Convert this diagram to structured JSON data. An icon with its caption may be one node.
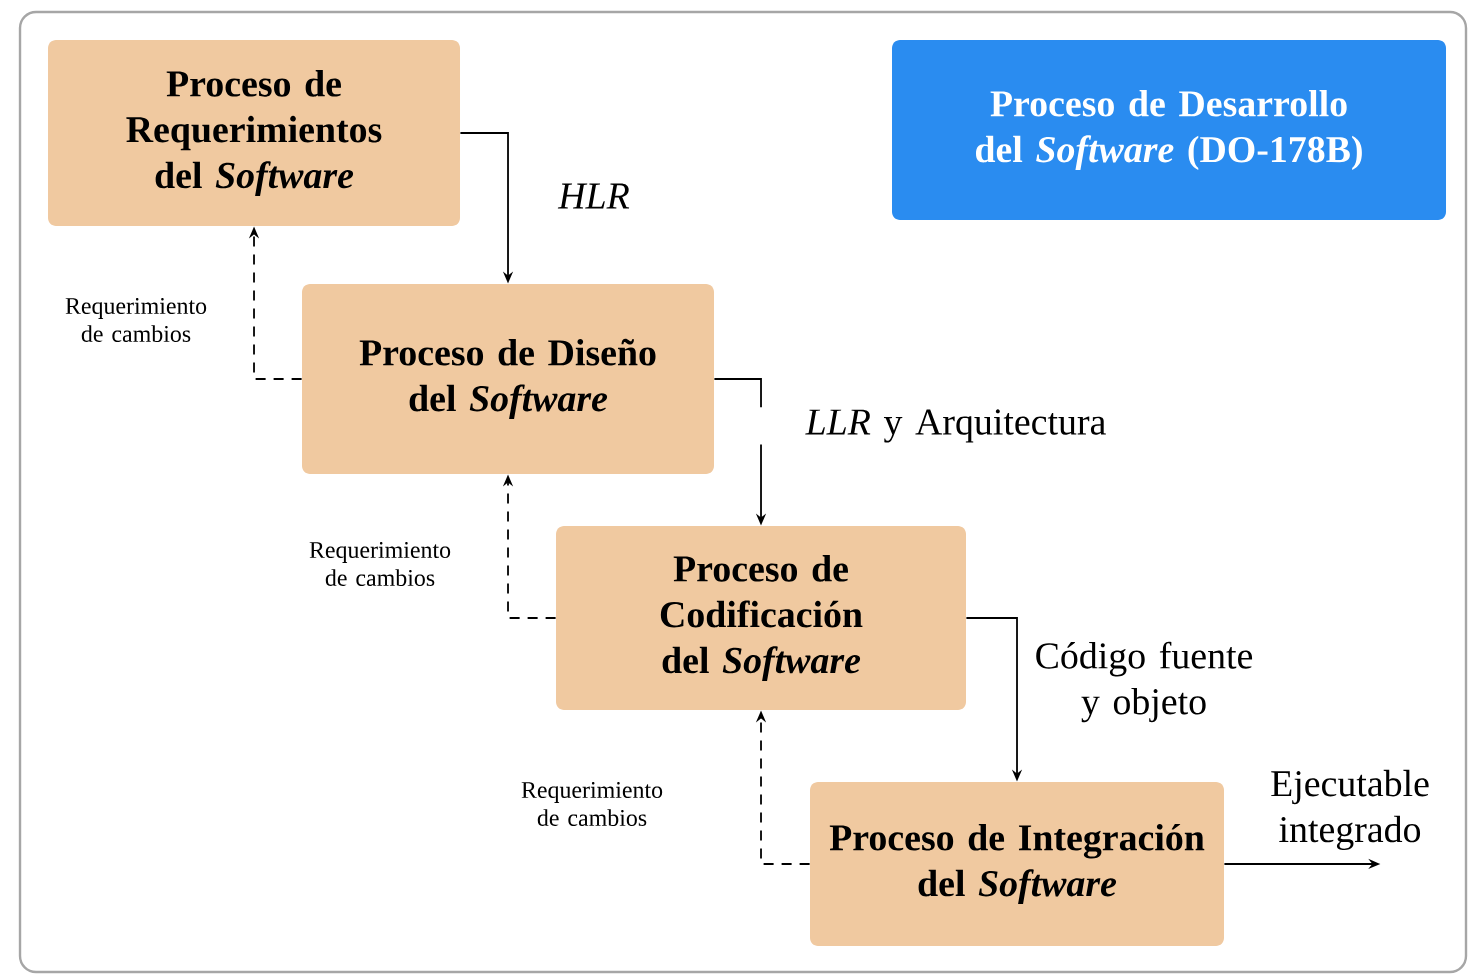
{
  "diagram": {
    "nodes": [
      {
        "text": [
          "Proceso de Requerimientos del *Software*"
        ]
      },
      {
        "text": [
          "Proceso de Diseño del *Software*"
        ]
      },
      {
        "text": [
          "Proceso de Codificación del *Software*"
        ]
      },
      {
        "text": [
          "Proceso de Integración del *Software*"
        ]
      },
      {
        "text": [
          "Proceso de Desarrollo del *Software* (DO-178B)"
        ]
      }
    ],
    "edges": [
      {
        "from": 0,
        "to": 1,
        "arrow": "to",
        "label": "HLR"
      },
      {
        "from": 1,
        "to": 2,
        "arrow": "to",
        "label": "*LLR* y Arquitectura"
      },
      {
        "from": 2,
        "to": 3,
        "arrow": "to",
        "label": "Código fuente y objeto"
      },
      {
        "from": 3,
        "to": null,
        "arrow": "to",
        "label": "Ejecutable integrado"
      },
      {
        "from": 1,
        "to": 0,
        "arrow": "to",
        "style": "dashed",
        "label": "Requerimiento de cambios"
      },
      {
        "from": 2,
        "to": 1,
        "arrow": "to",
        "style": "dashed",
        "label": "Requerimiento de cambios"
      },
      {
        "from": 3,
        "to": 2,
        "arrow": "to",
        "style": "dashed",
        "label": "Requerimiento de cambios"
      }
    ]
  }
}
